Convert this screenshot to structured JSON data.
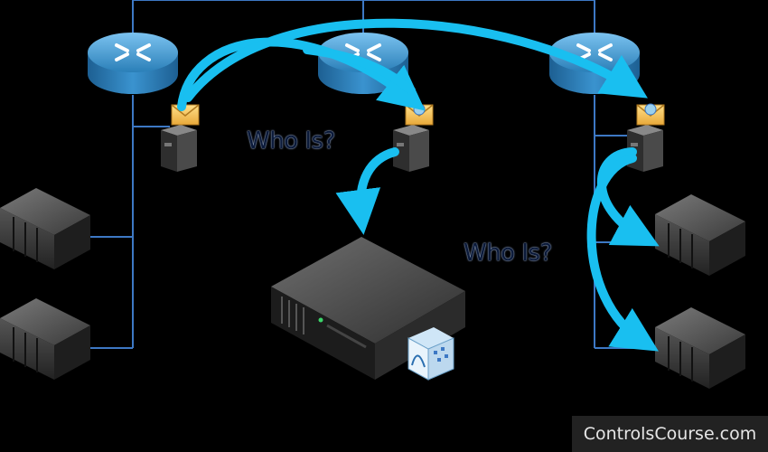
{
  "labels": {
    "who_is_1": "Who Is?",
    "who_is_2": "Who Is?"
  },
  "watermark": "ControlsCourse.com",
  "colors": {
    "background": "#000000",
    "network_line": "#3d78c4",
    "arrow": "#19bff0",
    "router": "#2a7fb8",
    "device": "#3a3a3a",
    "watermark_bg": "#222222"
  },
  "icons": [
    "router-icon",
    "bacnet-router-device-icon",
    "envelope-icon",
    "controller-icon",
    "server-icon",
    "workstation-software-icon"
  ]
}
